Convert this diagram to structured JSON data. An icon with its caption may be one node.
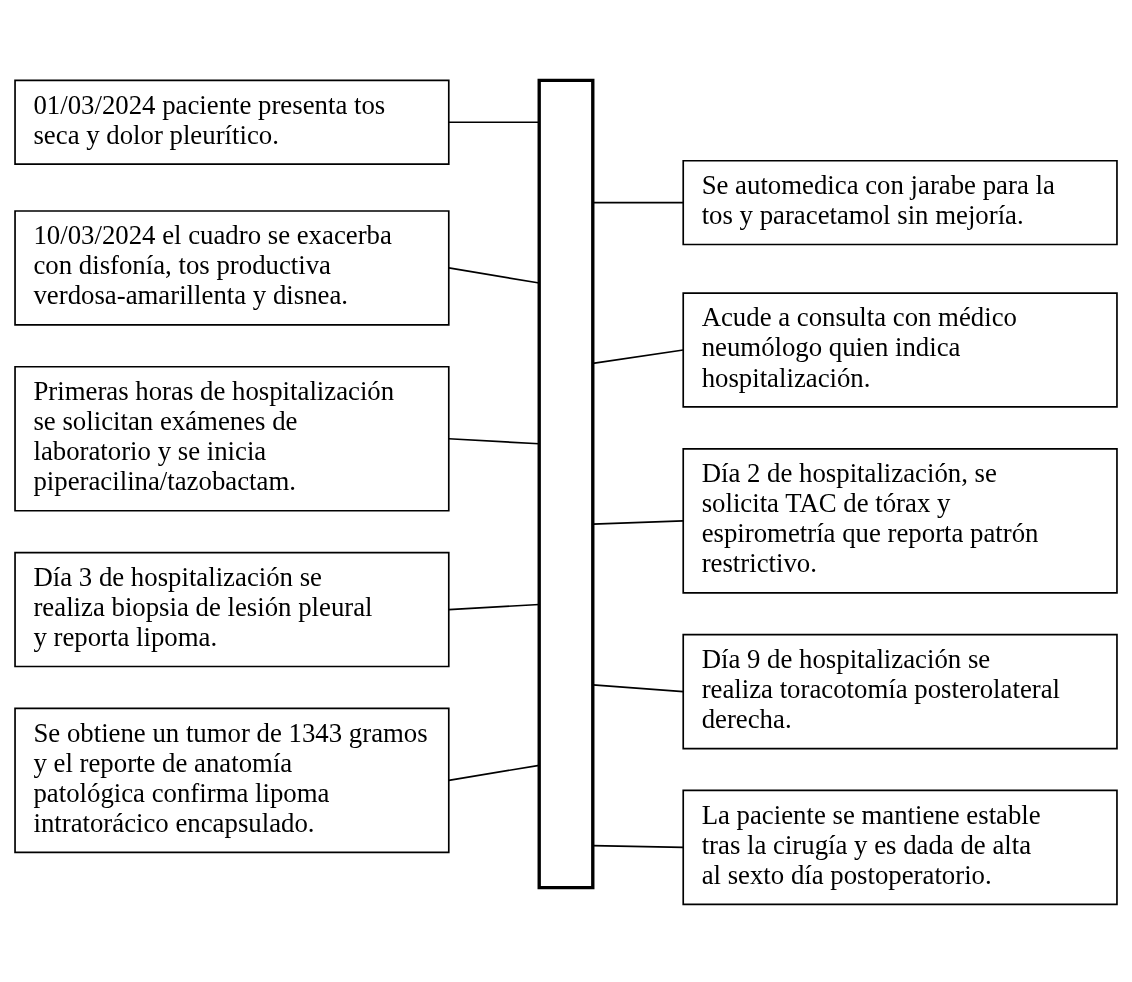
{
  "diagram": {
    "nodes": [
      {
        "text": [],
        "shape": "arrow"
      },
      {
        "text": [
          "01/03/2024 paciente presenta tos seca y dolor pleurítico."
        ]
      },
      {
        "text": [
          "Se automedica con jarabe para la tos y paracetamol sin mejoría."
        ]
      },
      {
        "text": [
          "10/03/2024 el cuadro se exacerba con disfonía, tos productiva verdosa-amarillenta y disnea."
        ]
      },
      {
        "text": [
          "Acude a consulta con médico neumólogo quien indica hospitalización."
        ]
      },
      {
        "text": [
          "Primeras horas de hospitalización se solicitan exámenes de laboratorio y se inicia piperacilina/tazobactam."
        ]
      },
      {
        "text": [
          "Día 2 de hospitalización, se solicita TAC de tórax y espirometría que reporta patrón restrictivo."
        ]
      },
      {
        "text": [
          "Día 3 de hospitalización se realiza biopsia de lesión pleural y reporta lipoma."
        ]
      },
      {
        "text": [
          "Día 9 de hospitalización se realiza toracotomía posterolateral derecha."
        ]
      },
      {
        "text": [
          "Se obtiene un tumor de 1343 gramos y el reporte de anatomía patológica confirma lipoma intratorácico encapsulado."
        ]
      },
      {
        "text": [
          "La paciente se mantiene estable tras la cirugía y es dada de alta al sexto día postoperatorio."
        ]
      }
    ],
    "edges": [
      {
        "from": 1,
        "to": 0,
        "arrow": "none"
      },
      {
        "from": 0,
        "to": 2,
        "arrow": "none"
      },
      {
        "from": 3,
        "to": 0,
        "arrow": "none"
      },
      {
        "from": 0,
        "to": 4,
        "arrow": "none"
      },
      {
        "from": 5,
        "to": 0,
        "arrow": "none"
      },
      {
        "from": 0,
        "to": 6,
        "arrow": "none"
      },
      {
        "from": 7,
        "to": 0,
        "arrow": "none"
      },
      {
        "from": 0,
        "to": 8,
        "arrow": "none"
      },
      {
        "from": 9,
        "to": 0,
        "arrow": "none"
      },
      {
        "from": 0,
        "to": 10,
        "arrow": "none"
      }
    ]
  }
}
